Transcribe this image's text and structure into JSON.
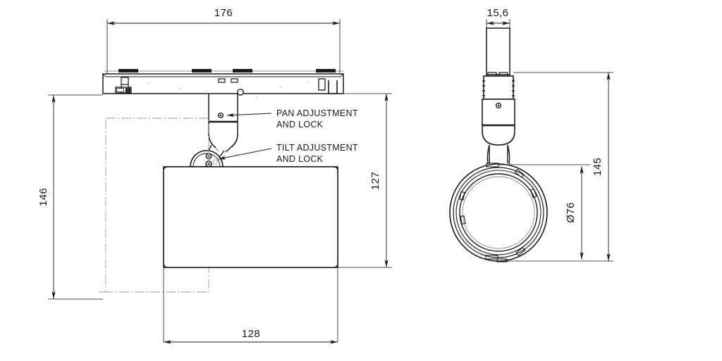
{
  "drawing": {
    "title": "Track spotlight dimensional drawing",
    "units_note": "",
    "line_color": "#1a1a1a",
    "construction_color": "#9a9a9a",
    "views": [
      {
        "name": "front-elevation",
        "label": ""
      },
      {
        "name": "side-elevation",
        "label": ""
      }
    ]
  },
  "dimensions": {
    "overall_width": {
      "value": "176",
      "name": "dim-176-track-length",
      "orientation": "horizontal"
    },
    "head_width": {
      "value": "128",
      "name": "dim-128-head-width",
      "orientation": "horizontal"
    },
    "overall_height": {
      "value": "146",
      "name": "dim-146-overall-height",
      "orientation": "vertical"
    },
    "body_height": {
      "value": "127",
      "name": "dim-127-body-height",
      "orientation": "vertical"
    },
    "track_depth": {
      "value": "15,6",
      "name": "dim-15-6-track-depth",
      "orientation": "horizontal"
    },
    "side_height": {
      "value": "145",
      "name": "dim-145-side-height",
      "orientation": "vertical"
    },
    "lens_diameter": {
      "value": "Ø76",
      "name": "dim-d76-lens-diameter",
      "orientation": "vertical"
    }
  },
  "annotations": [
    {
      "name": "pan-adjustment-note",
      "line1": "PAN ADJUSTMENT",
      "line2": "AND LOCK"
    },
    {
      "name": "tilt-adjustment-note",
      "line1": "TILT ADJUSTMENT",
      "line2": "AND LOCK"
    }
  ]
}
